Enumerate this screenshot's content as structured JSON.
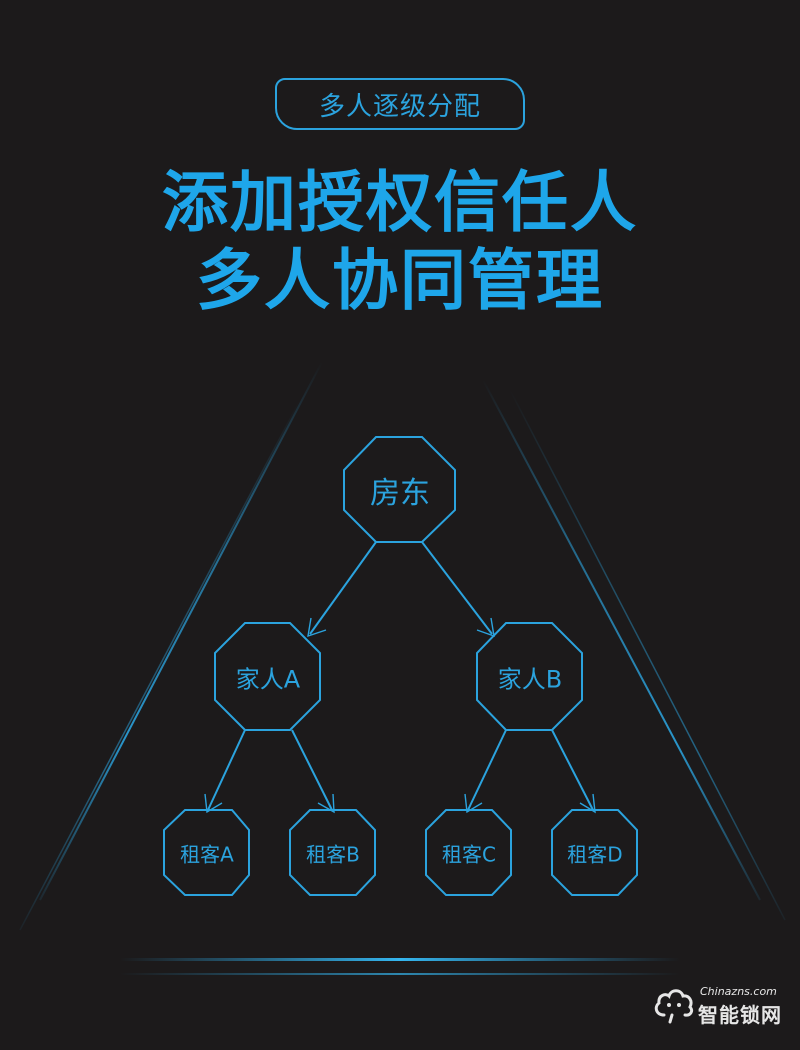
{
  "header": {
    "badge": "多人逐级分配",
    "title_line1": "添加授权信任人",
    "title_line2": "多人协同管理"
  },
  "colors": {
    "background": "#1c1a1b",
    "accent": "#1ea6ea",
    "line": "#2ba3de",
    "logo": "#e6e6e6"
  },
  "tree": {
    "root": {
      "label": "房东"
    },
    "level1": [
      {
        "label": "家人A"
      },
      {
        "label": "家人B"
      }
    ],
    "level2": [
      {
        "label": "租客A"
      },
      {
        "label": "租客B"
      },
      {
        "label": "租客C"
      },
      {
        "label": "租客D"
      }
    ]
  },
  "logo": {
    "site": "Chinazns.com",
    "name": "智能锁网",
    "icon": "cloud-face-icon"
  }
}
